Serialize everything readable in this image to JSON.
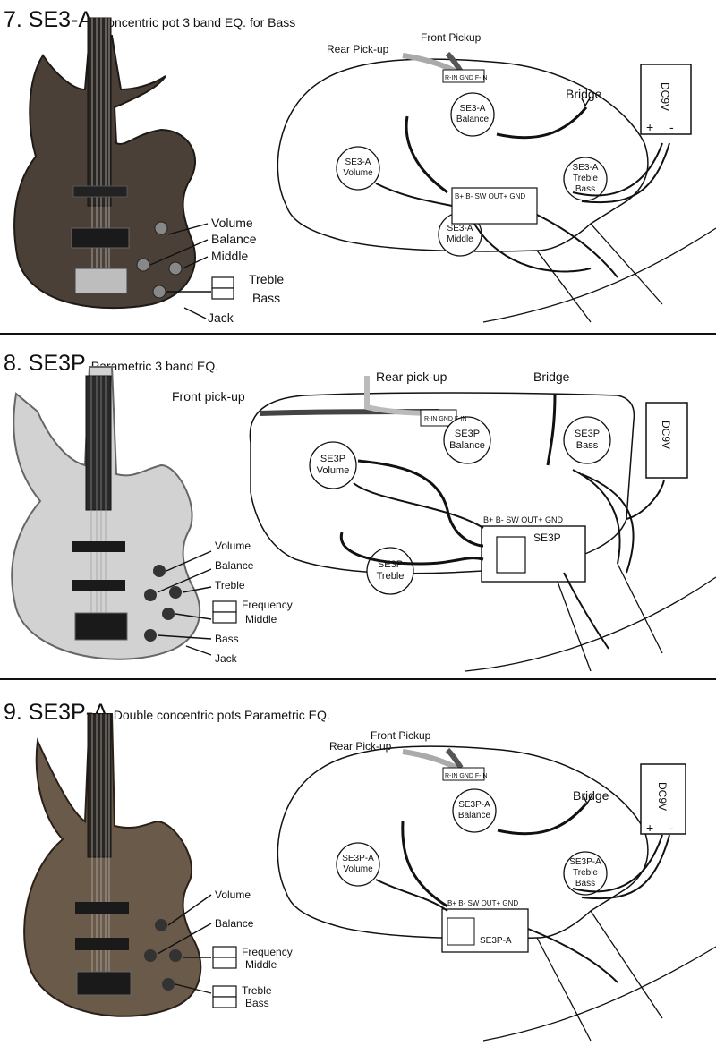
{
  "sections": [
    {
      "number": "7. SE3-A",
      "subtitle": "Concentric pot 3 band EQ. for Bass",
      "guitar_labels": {
        "volume": "Volume",
        "balance": "Balance",
        "middle": "Middle",
        "treble": "Treble",
        "bass": "Bass",
        "jack": "Jack"
      },
      "wiring": {
        "rear_pickup": "Rear Pick-up",
        "front_pickup": "Front Pickup",
        "bridge": "Bridge",
        "battery": "DC9V",
        "plus": "+",
        "minus": "-",
        "balance_pot_line1": "SE3-A",
        "balance_pot_line2": "Balance",
        "volume_pot_line1": "SE3-A",
        "volume_pot_line2": "Volume",
        "middle_pot_line1": "SE3-A",
        "middle_pot_line2": "Middle",
        "treble_pot_line1": "SE3-A",
        "treble_pot_line2": "Treble",
        "treble_pot_line3": "Bass",
        "terminals": "B+  B-  SW  OUT+ GND",
        "pickup_terminals": "R-IN GND F-IN"
      }
    },
    {
      "number": "8. SE3P",
      "subtitle": "Parametric 3 band EQ.",
      "guitar_labels": {
        "volume": "Volume",
        "balance": "Balance",
        "treble": "Treble",
        "frequency": "Frequency",
        "middle": "Middle",
        "bass": "Bass",
        "jack": "Jack"
      },
      "wiring": {
        "rear_pickup": "Rear pick-up",
        "front_pickup": "Front pick-up",
        "bridge": "Bridge",
        "battery": "DC9V",
        "volume_pot_line1": "SE3P",
        "volume_pot_line2": "Volume",
        "balance_pot_line1": "SE3P",
        "balance_pot_line2": "Balance",
        "bass_pot_line1": "SE3P",
        "bass_pot_line2": "Bass",
        "treble_pot_line1": "SE3P",
        "treble_pot_line2": "Treble",
        "module": "SE3P",
        "terminals": "B+  B-  SW  OUT+ GND",
        "pickup_terminals": "R-IN GND F-IN"
      }
    },
    {
      "number": "9. SE3P-A",
      "subtitle": "Double concentric pots Parametric EQ.",
      "guitar_labels": {
        "volume": "Volume",
        "balance": "Balance",
        "frequency": "Frequency",
        "middle": "Middle",
        "treble": "Treble",
        "bass": "Bass"
      },
      "wiring": {
        "rear_pickup": "Rear Pick-up",
        "front_pickup": "Front Pickup",
        "bridge": "Bridge",
        "battery": "DC9V",
        "plus": "+",
        "minus": "-",
        "balance_pot_line1": "SE3P-A",
        "balance_pot_line2": "Balance",
        "volume_pot_line1": "SE3P-A",
        "volume_pot_line2": "Volume",
        "treble_pot_line1": "SE3P-A",
        "treble_pot_line2": "Treble",
        "treble_pot_line3": "Bass",
        "module": "SE3P-A",
        "terminals": "B+  B-  SW  OUT+ GND",
        "pickup_terminals": "R-IN GND F-IN"
      }
    }
  ]
}
